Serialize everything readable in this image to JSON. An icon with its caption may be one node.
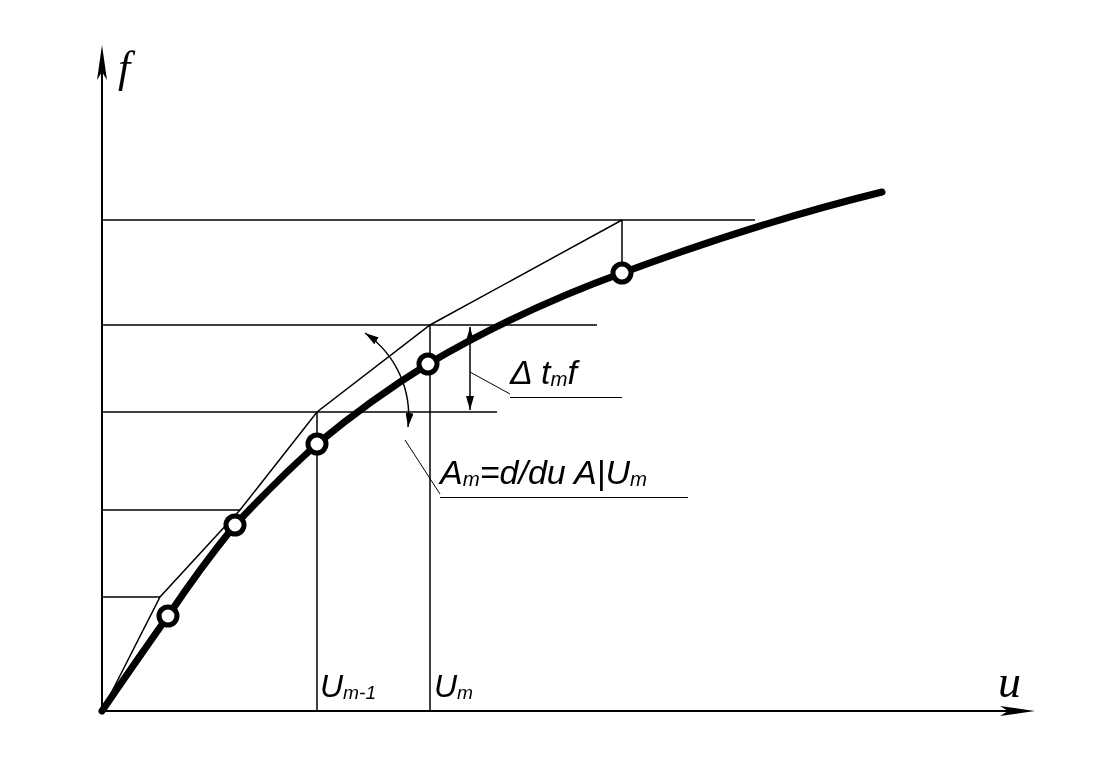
{
  "diagram": {
    "nodes": [
      {
        "text": [
          "Δ t$_{m}$f"
        ]
      },
      {
        "text": [
          "A$_{m}$=d/du A|U$_{m}$"
        ]
      }
    ],
    "edges": [
      {
        "from": 0,
        "to": null,
        "arrow": "none"
      },
      {
        "from": 1,
        "to": null,
        "arrow": "none"
      }
    ],
    "labels": [
      "f",
      "u",
      "U$_{m-1}$",
      "U$_{m}$"
    ]
  }
}
